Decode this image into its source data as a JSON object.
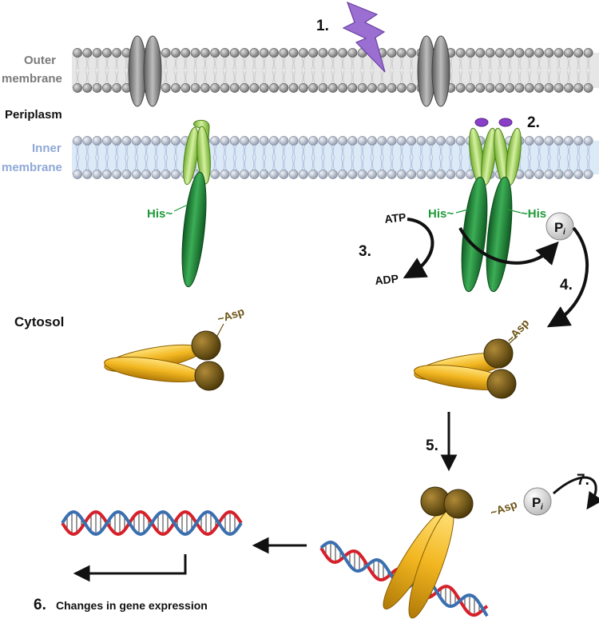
{
  "labels": {
    "outer_line1": "Outer",
    "outer_line2": "membrane",
    "periplasm": "Periplasm",
    "inner_line1": "Inner",
    "inner_line2": "membrane",
    "cytosol": "Cytosol",
    "his_left": "His~",
    "his_right_a": "His~",
    "his_right_b": "~His",
    "asp_1": "~Asp",
    "asp_2": "~Asp",
    "asp_3": "~Asp",
    "atp": "ATP",
    "adp": "ADP",
    "pi_main": "P",
    "pi_sub": "i",
    "caption": "Changes in gene expression"
  },
  "steps": {
    "s1": "1.",
    "s2": "2.",
    "s3": "3.",
    "s4": "4.",
    "s5": "5.",
    "s6": "6.",
    "s7": "7."
  },
  "colors": {
    "outer_label": "#7a7a7a",
    "inner_label": "#8fa8d6",
    "outer_head": "#8d8d8d",
    "inner_head": "#b3bccd",
    "inner_band": "#dce9f7",
    "outer_band": "#e6e6e6",
    "signal": "#9b6fd1",
    "tm_light": "#a8d86a",
    "tm_dark": "#1e8a3a",
    "rr_yellow": "#f2b620",
    "rr_brown": "#6b5314",
    "dna_red": "#d6202a",
    "dna_blue": "#3a6fb0",
    "arrow": "#111111"
  }
}
